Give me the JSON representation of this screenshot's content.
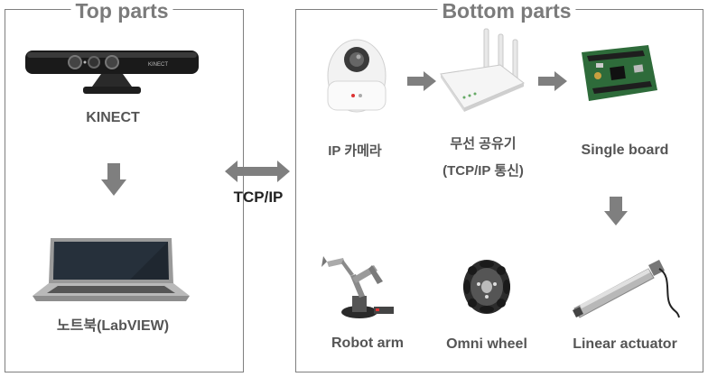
{
  "top": {
    "title": "Top parts",
    "kinect_label": "KINECT",
    "laptop_label": "노트북(LabVIEW)"
  },
  "link": {
    "label": "TCP/IP"
  },
  "bottom": {
    "title": "Bottom parts",
    "ipcam_label": "IP 카메라",
    "router_label_1": "무선 공유기",
    "router_label_2": "(TCP/IP 통신)",
    "board_label": "Single board",
    "robot_arm_label": "Robot arm",
    "omni_wheel_label": "Omni wheel",
    "actuator_label": "Linear actuator"
  },
  "colors": {
    "arrow": "#7f7f7f",
    "border": "#7f7f7f",
    "title": "#7b7b7b",
    "label": "#555555"
  }
}
